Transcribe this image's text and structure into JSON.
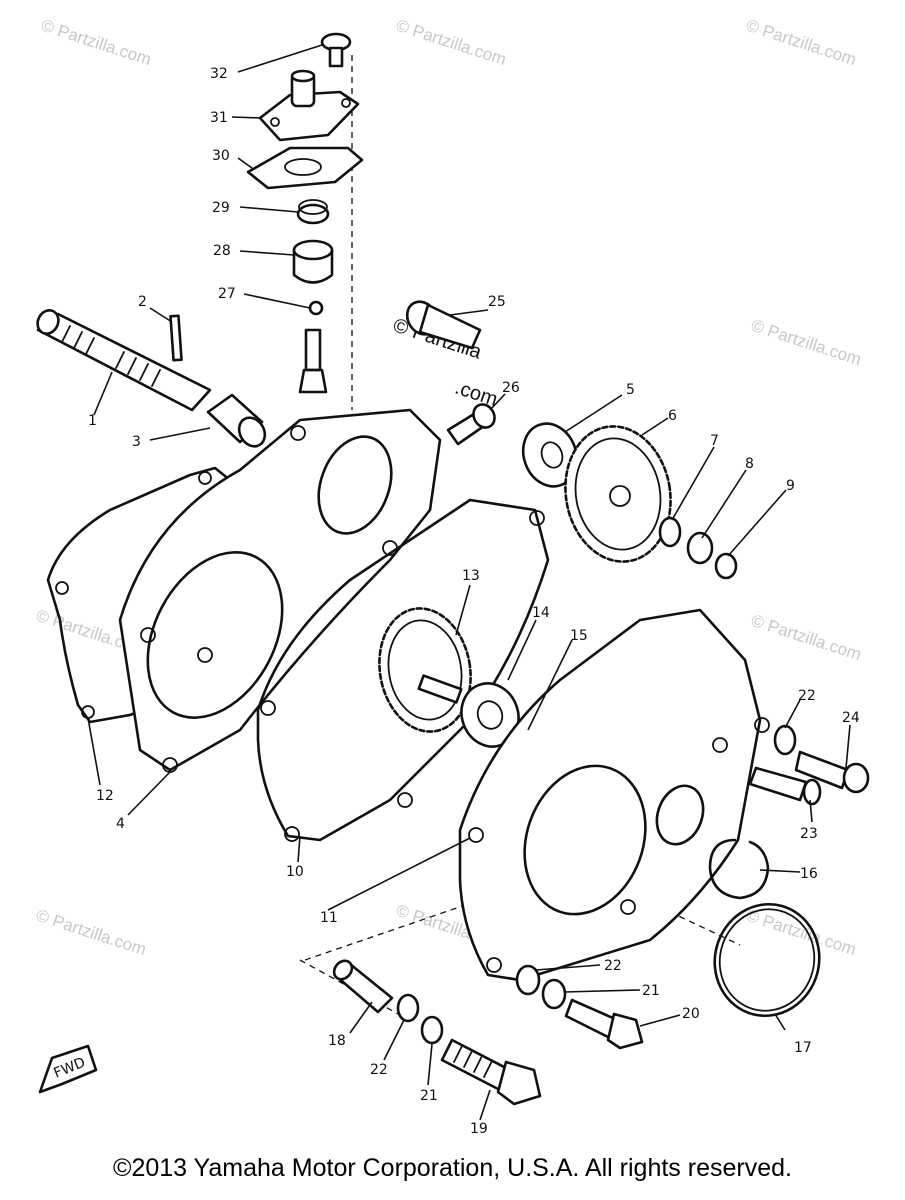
{
  "callouts": [
    {
      "id": "1",
      "label": "1"
    },
    {
      "id": "2",
      "label": "2"
    },
    {
      "id": "3",
      "label": "3"
    },
    {
      "id": "4",
      "label": "4"
    },
    {
      "id": "5",
      "label": "5"
    },
    {
      "id": "6",
      "label": "6"
    },
    {
      "id": "7",
      "label": "7"
    },
    {
      "id": "8",
      "label": "8"
    },
    {
      "id": "9",
      "label": "9"
    },
    {
      "id": "10",
      "label": "10"
    },
    {
      "id": "11",
      "label": "11"
    },
    {
      "id": "12",
      "label": "12"
    },
    {
      "id": "13",
      "label": "13"
    },
    {
      "id": "14",
      "label": "14"
    },
    {
      "id": "15",
      "label": "15"
    },
    {
      "id": "16",
      "label": "16"
    },
    {
      "id": "17",
      "label": "17"
    },
    {
      "id": "18",
      "label": "18"
    },
    {
      "id": "19",
      "label": "19"
    },
    {
      "id": "20",
      "label": "20"
    },
    {
      "id": "21a",
      "label": "21"
    },
    {
      "id": "21b",
      "label": "21"
    },
    {
      "id": "22a",
      "label": "22"
    },
    {
      "id": "22b",
      "label": "22"
    },
    {
      "id": "22c",
      "label": "22"
    },
    {
      "id": "23",
      "label": "23"
    },
    {
      "id": "24",
      "label": "24"
    },
    {
      "id": "25",
      "label": "25"
    },
    {
      "id": "26",
      "label": "26"
    },
    {
      "id": "27",
      "label": "27"
    },
    {
      "id": "28",
      "label": "28"
    },
    {
      "id": "29",
      "label": "29"
    },
    {
      "id": "30",
      "label": "30"
    },
    {
      "id": "31",
      "label": "31"
    },
    {
      "id": "32",
      "label": "32"
    }
  ],
  "watermark": "© Partzilla.com",
  "watermark_dark_line1": "© Partzilla",
  "watermark_dark_line2": ".com",
  "fwd_label": "FWD",
  "copyright": "©2013 Yamaha Motor Corporation, U.S.A. All rights reserved."
}
